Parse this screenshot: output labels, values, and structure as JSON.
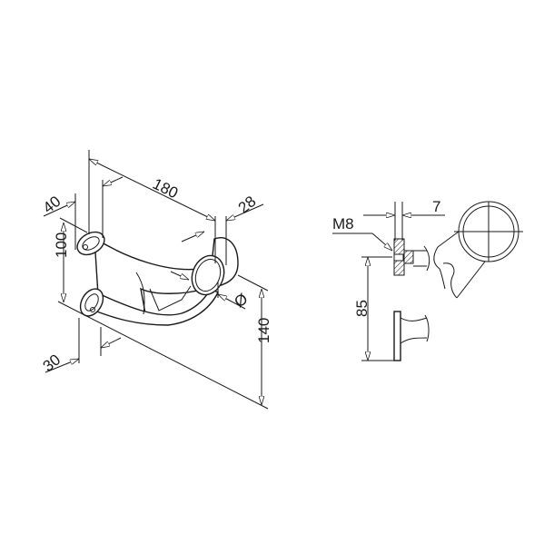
{
  "drawing": {
    "isometric_view": {
      "dim_length": "180",
      "dim_top_width": "28",
      "dim_flange_top": "40",
      "dim_flange_spacing": "100",
      "dim_flange_bottom": "30",
      "dim_height": "140",
      "dim_diameter_symbol": "Ø"
    },
    "side_view": {
      "dim_thread": "M8",
      "dim_plate_thickness": "7",
      "dim_offset": "85"
    },
    "line_color": "#1a1a1a"
  }
}
